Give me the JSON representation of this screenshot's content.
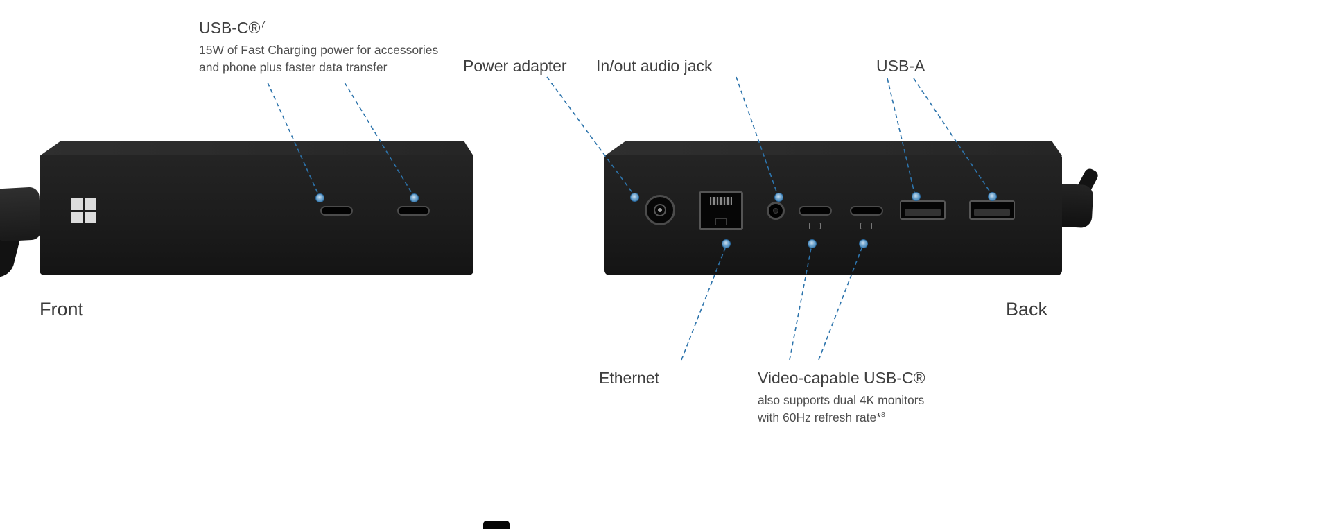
{
  "colors": {
    "background": "#ffffff",
    "callout_line": "#2d74ac",
    "callout_dot": "#2f76ae",
    "label_text": "#3f3f3f",
    "description_text": "#4e4e4e",
    "device_body": "#1e1e1e"
  },
  "front_view": {
    "caption": "Front",
    "ports": [
      "usb-c",
      "usb-c"
    ],
    "callouts": {
      "usb_c": {
        "title": "USB-C®",
        "superscript": "7",
        "desc_line1": "15W of Fast Charging power for accessories",
        "desc_line2": "and phone plus faster data transfer"
      }
    }
  },
  "back_view": {
    "caption": "Back",
    "ports": [
      "power",
      "ethernet",
      "audio-in-out",
      "usb-c-video",
      "usb-c-video",
      "usb-a",
      "usb-a"
    ],
    "callouts": {
      "power_adapter": {
        "label": "Power adapter"
      },
      "audio_jack": {
        "label": "In/out audio jack"
      },
      "usb_a": {
        "label": "USB-A"
      },
      "ethernet": {
        "label": "Ethernet"
      },
      "video_usb_c": {
        "title": "Video-capable USB-C®",
        "desc_line1": "also supports dual 4K monitors",
        "desc_line2": "with 60Hz refresh rate*",
        "superscript": "8"
      }
    }
  }
}
